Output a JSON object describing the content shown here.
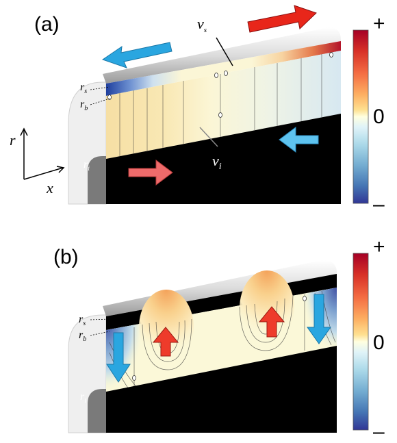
{
  "panels": [
    {
      "label": "(a)",
      "colorbar": {
        "max_label": "+",
        "mid_label": "0",
        "min_label": "–"
      },
      "annotations": {
        "r_s": "r",
        "r_s_sub": "s",
        "r_b": "r",
        "r_b_sub": "b",
        "r_i": "r",
        "r_i_sub": "i",
        "v_s": "v",
        "v_s_sub": "s",
        "v_i": "v",
        "v_i_sub": "i"
      },
      "axes": {
        "r": "r",
        "x": "x"
      },
      "arrows": [
        "left-blue-top",
        "right-red-top",
        "right-red-bottom",
        "left-blue-bottom"
      ]
    },
    {
      "label": "(b)",
      "colorbar": {
        "max_label": "+",
        "mid_label": "0",
        "min_label": "–"
      },
      "annotations": {
        "r_s": "r",
        "r_s_sub": "s",
        "r_b": "r",
        "r_b_sub": "b",
        "r_i": "r",
        "r_i_sub": "i"
      },
      "arrows": [
        "down-blue-left",
        "up-red-1",
        "up-red-2",
        "down-blue-right"
      ]
    }
  ],
  "colors": {
    "red": "#b40426",
    "blue": "#3b4cc0",
    "neutral": "#fbf8d8",
    "arrow_red": "#e8261a",
    "arrow_blue": "#2aa6e0"
  }
}
